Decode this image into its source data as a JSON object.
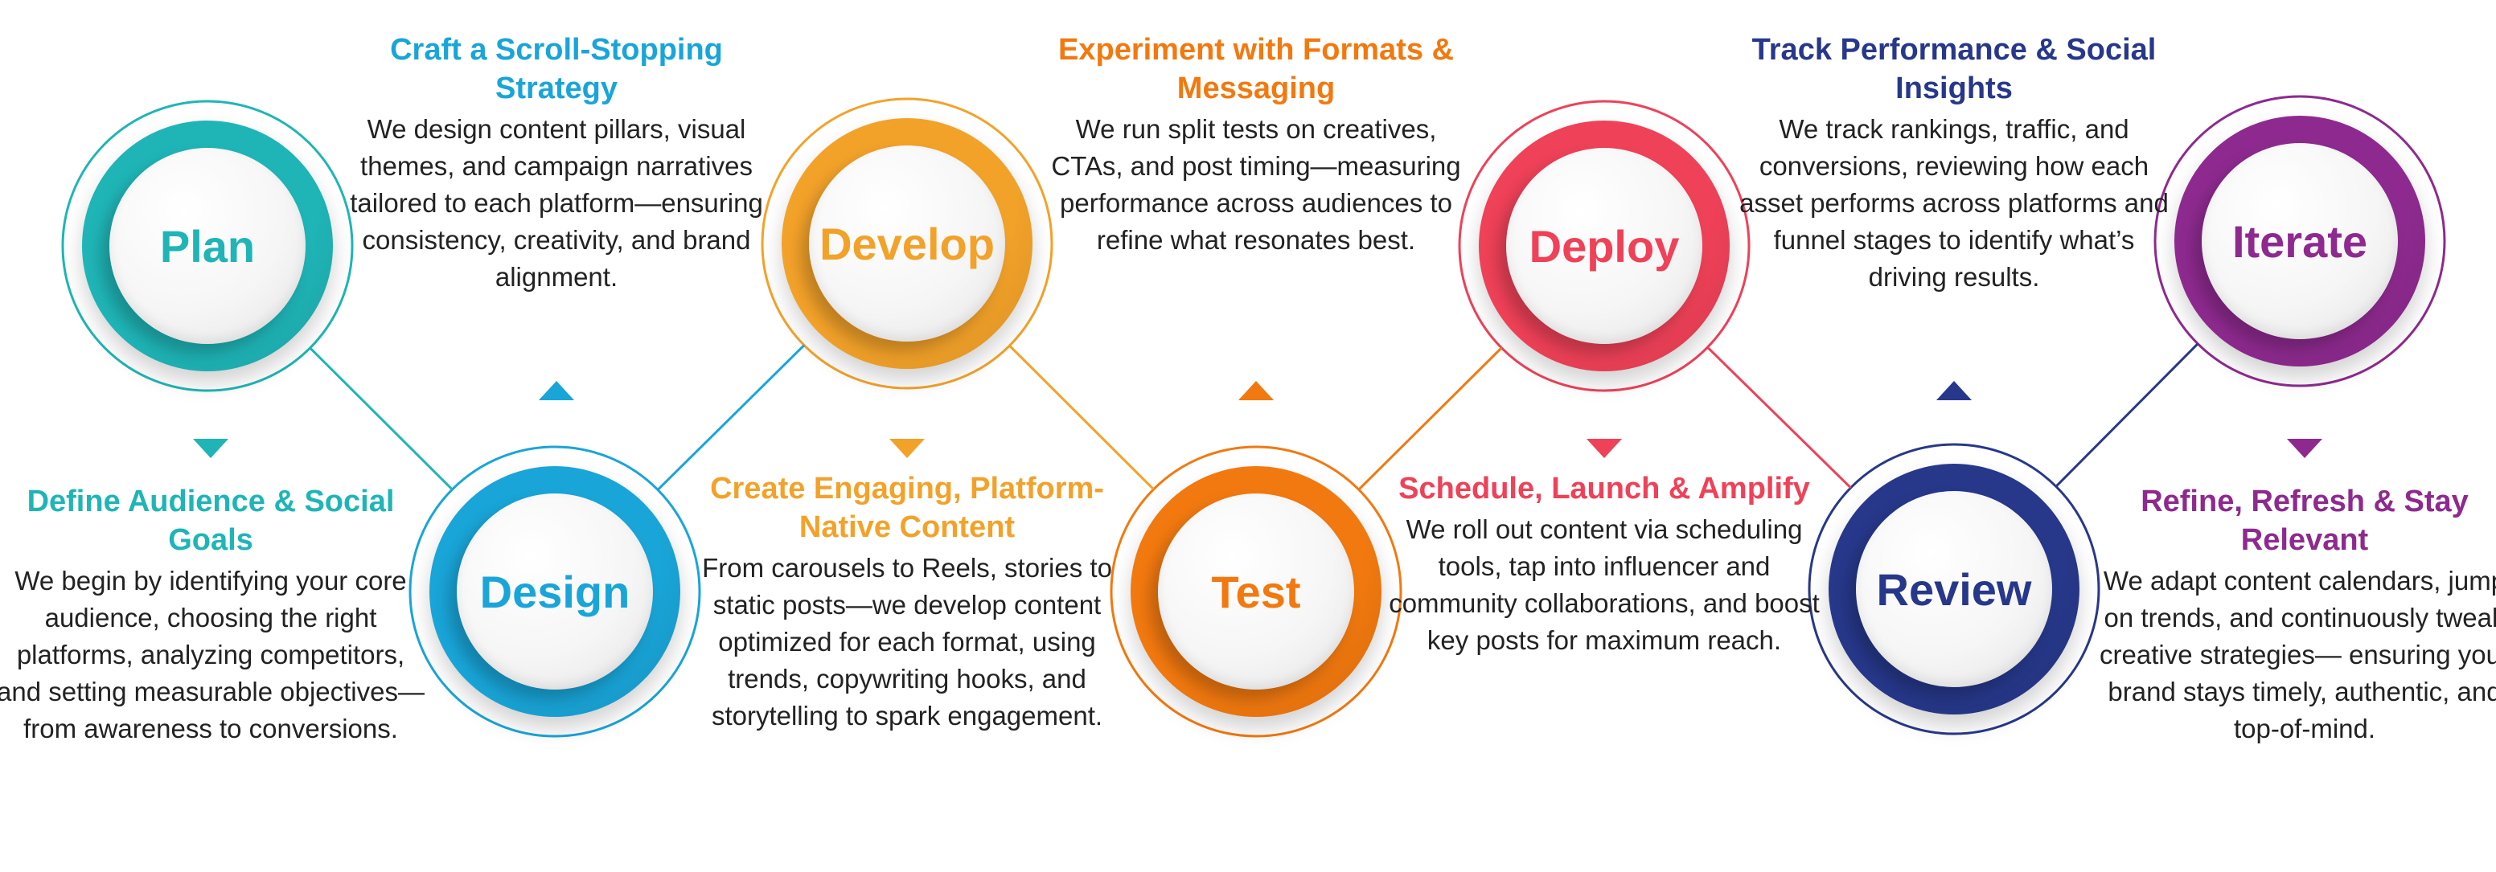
{
  "steps": [
    {
      "id": "plan",
      "label": "Plan",
      "color": "#1fb5b7",
      "heading": "Define Audience & Social Goals",
      "body": "We begin by identifying your core audience, choosing the right platforms, analyzing competitors, and setting measurable objectives— from awareness to conversions."
    },
    {
      "id": "design",
      "label": "Design",
      "color": "#19a5d8",
      "heading": "Craft a Scroll-Stopping Strategy",
      "body": "We design content pillars, visual themes, and campaign narratives tailored to each platform—ensuring consistency, creativity, and brand alignment."
    },
    {
      "id": "develop",
      "label": "Develop",
      "color": "#f3a229",
      "heading": "Create Engaging, Platform-Native Content",
      "body": "From carousels to Reels, stories to static posts—we develop content optimized for each format, using trends, copywriting hooks, and storytelling to spark engagement."
    },
    {
      "id": "test",
      "label": "Test",
      "color": "#f2790f",
      "heading": "Experiment with Formats & Messaging",
      "body": "We run split tests on creatives, CTAs, and post timing—measuring performance across audiences to refine what resonates best."
    },
    {
      "id": "deploy",
      "label": "Deploy",
      "color": "#ef4158",
      "heading": "Schedule, Launch & Amplify",
      "body": "We roll out content via scheduling tools, tap into influencer and community collaborations, and boost key posts for maximum reach."
    },
    {
      "id": "review",
      "label": "Review",
      "color": "#27388b",
      "heading": "Track Performance & Social Insights",
      "body": "We track rankings, traffic, and conversions, reviewing how each asset performs across platforms and funnel stages to identify what’s driving results."
    },
    {
      "id": "iterate",
      "label": "Iterate",
      "color": "#8e2a8f",
      "heading": "Refine, Refresh & Stay Relevant",
      "body": "We adapt content calendars, jump on trends, and continuously tweak creative strategies— ensuring your brand stays timely, authentic, and top-of-mind."
    }
  ]
}
